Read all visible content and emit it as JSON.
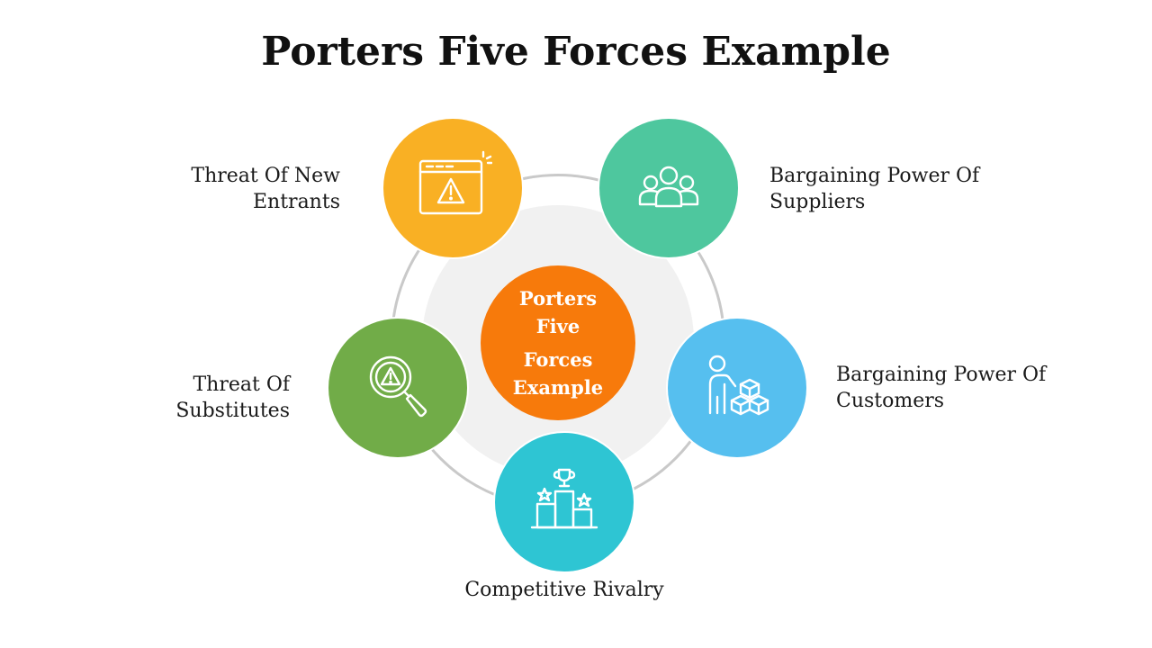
{
  "title": "Porters Five Forces Example",
  "center": {
    "text_line1": "Porters",
    "text_line2": "Five",
    "text_line3": "Forces",
    "text_line4": "Example",
    "color": "#f77a0b"
  },
  "forces": [
    {
      "id": "new-entrants",
      "label_line1": "Threat Of New",
      "label_line2": "Entrants",
      "color": "#f9b024",
      "icon": "browser-warning-icon"
    },
    {
      "id": "suppliers",
      "label_line1": "Bargaining Power Of",
      "label_line2": "Suppliers",
      "color": "#4ec79e",
      "icon": "group-icon"
    },
    {
      "id": "customers",
      "label_line1": "Bargaining Power Of",
      "label_line2": "Customers",
      "color": "#56bfef",
      "icon": "person-boxes-icon"
    },
    {
      "id": "rivalry",
      "label_line1": "Competitive Rivalry",
      "label_line2": "",
      "color": "#2ec5d3",
      "icon": "podium-trophy-icon"
    },
    {
      "id": "substitutes",
      "label_line1": "Threat Of",
      "label_line2": "Substitutes",
      "color": "#71ac48",
      "icon": "magnifier-warning-icon"
    }
  ]
}
